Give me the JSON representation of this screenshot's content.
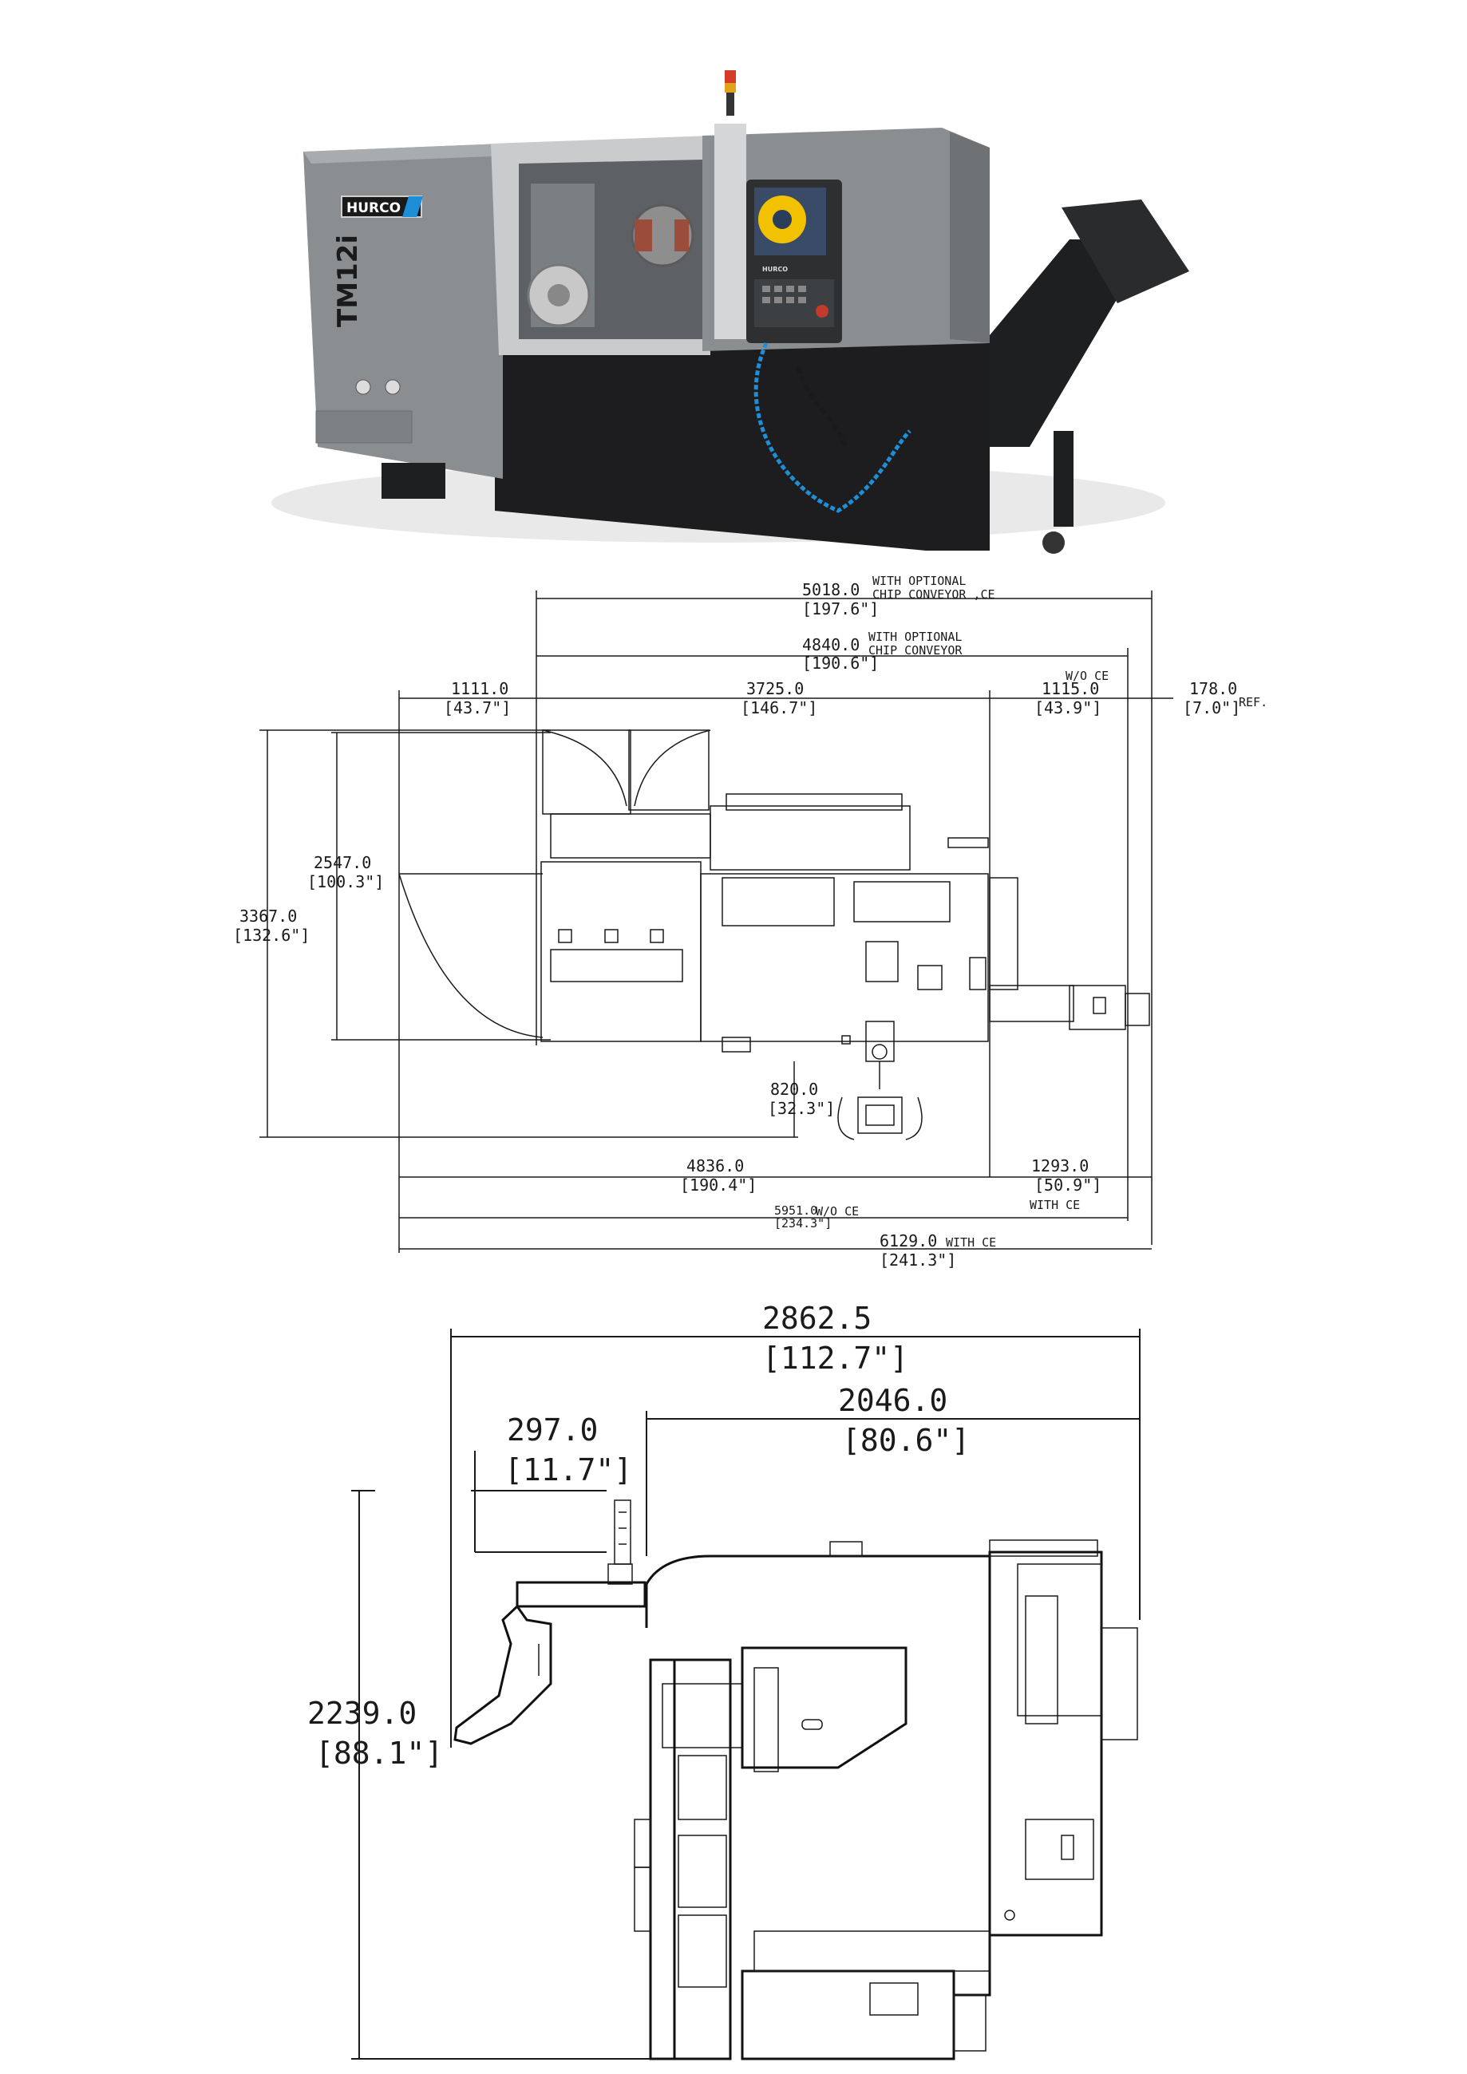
{
  "machine": {
    "brand": "HURCO",
    "model": "TM12i",
    "screen_brand": "HURCO"
  },
  "plan_view": {
    "d_5018": {
      "value": "5018.0",
      "inch": "[197.6\"]",
      "note1": "WITH OPTIONAL",
      "note2": "CHIP CONVEYOR ,CE"
    },
    "d_4840": {
      "value": "4840.0",
      "inch": "[190.6\"]",
      "note1": "WITH OPTIONAL",
      "note2": "CHIP CONVEYOR"
    },
    "wo_ce_top": "W/O CE",
    "d_1111": {
      "value": "1111.0",
      "inch": "[43.7\"]"
    },
    "d_3725": {
      "value": "3725.0",
      "inch": "[146.7\"]"
    },
    "d_1115": {
      "value": "1115.0",
      "inch": "[43.9\"]"
    },
    "d_178": {
      "value": "178.0",
      "inch": "[7.0\"]",
      "ref": "REF."
    },
    "d_2547": {
      "value": "2547.0",
      "inch": "[100.3\"]"
    },
    "d_3367": {
      "value": "3367.0",
      "inch": "[132.6\"]"
    },
    "d_820": {
      "value": "820.0",
      "inch": "[32.3\"]"
    },
    "d_4836": {
      "value": "4836.0",
      "inch": "[190.4\"]"
    },
    "d_1293": {
      "value": "1293.0",
      "inch": "[50.9\"]",
      "note": "WITH CE"
    },
    "d_5951": {
      "value": "5951.0",
      "note": "W/O CE",
      "inch": "[234.3\"]"
    },
    "d_6129": {
      "value": "6129.0",
      "note": "WITH CE",
      "inch": "[241.3\"]"
    }
  },
  "side_view": {
    "d_2862": {
      "value": "2862.5",
      "inch": "[112.7\"]"
    },
    "d_2046": {
      "value": "2046.0",
      "inch": "[80.6\"]"
    },
    "d_297": {
      "value": "297.0",
      "inch": "[11.7\"]"
    },
    "d_2239": {
      "value": "2239.0",
      "inch": "[88.1\"]"
    }
  },
  "colors": {
    "machine_gray": "#8d9093",
    "machine_dark": "#2a2b2d",
    "accent_blue": "#1e8fd6",
    "screen_yellow": "#f2c200"
  }
}
